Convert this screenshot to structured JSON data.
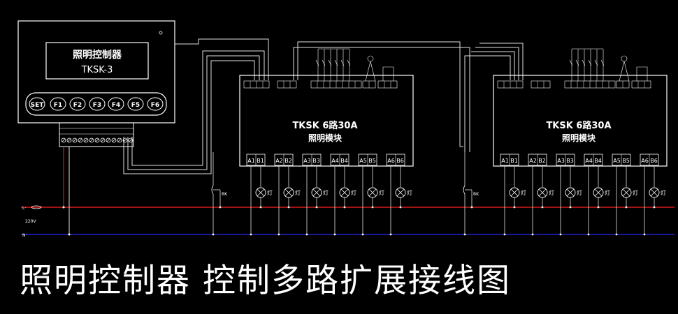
{
  "caption": "照明控制器 控制多路扩展接线图",
  "controller": {
    "title": "照明控制器",
    "model": "TKSK-3",
    "buttons": [
      "SET",
      "F1",
      "F2",
      "F3",
      "F4",
      "F5",
      "F6"
    ]
  },
  "modules": [
    {
      "title": "TKSK 6路30A",
      "subtitle": "照明模块",
      "ports": [
        "A1",
        "B1",
        "A2",
        "B2",
        "A3",
        "B3",
        "A4",
        "B4",
        "A5",
        "B5",
        "A6",
        "B6"
      ],
      "lamp_label": "灯"
    },
    {
      "title": "TKSK 6路30A",
      "subtitle": "照明模块",
      "ports": [
        "A1",
        "B1",
        "A2",
        "B2",
        "A3",
        "B3",
        "A4",
        "B4",
        "A5",
        "B5",
        "A6",
        "B6"
      ],
      "lamp_label": "灯"
    }
  ],
  "breaker_label": "BK",
  "voltage_label": "220V",
  "colors": {
    "background": "#000000",
    "line": "#ffffff",
    "live": "#ff2020",
    "neutral": "#2a2aff",
    "wire": "#e0e0e0"
  }
}
